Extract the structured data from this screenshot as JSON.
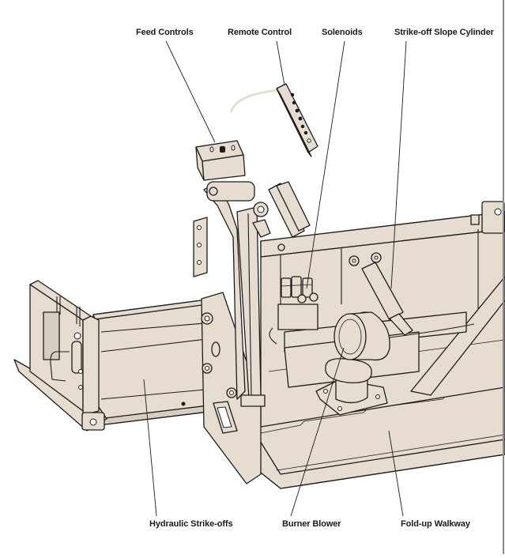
{
  "figure": {
    "colors": {
      "fill": "#e6ddd0",
      "fill_dark": "#d8cebf",
      "line": "#1c1c1c",
      "background": "#ffffff",
      "rule": "#8a8a8a"
    },
    "callouts_top": [
      {
        "label": "Feed Controls",
        "icon": "feed-controls-box"
      },
      {
        "label": "Remote Control",
        "icon": "pendant-remote"
      },
      {
        "label": "Solenoids",
        "icon": "solenoid-valves"
      },
      {
        "label": "Strike-off Slope Cylinder",
        "icon": "hydraulic-cylinder"
      }
    ],
    "callouts_bottom": [
      {
        "label": "Hydraulic Strike-offs",
        "icon": "strike-off-panel"
      },
      {
        "label": "Burner Blower",
        "icon": "blower-fan"
      },
      {
        "label": "Fold-up Walkway",
        "icon": "walkway-platform"
      }
    ]
  }
}
